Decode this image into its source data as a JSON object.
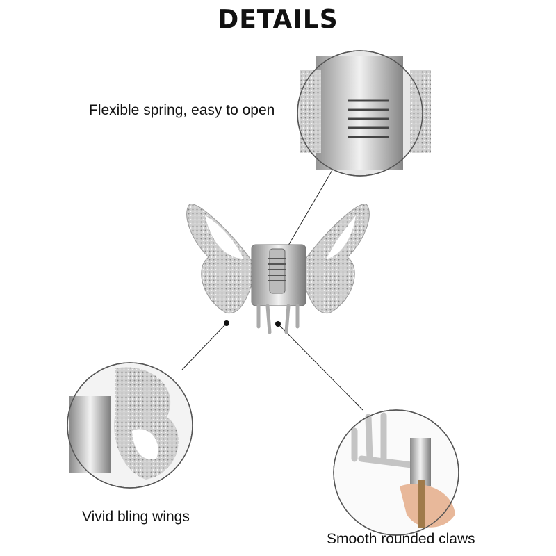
{
  "title": "DETAILS",
  "callouts": [
    {
      "label": "Flexible spring, easy to open",
      "icon": "spring-closeup-icon"
    },
    {
      "label": "Vivid bling wings",
      "icon": "wing-closeup-icon"
    },
    {
      "label": "Smooth rounded claws",
      "icon": "claw-closeup-icon"
    }
  ]
}
